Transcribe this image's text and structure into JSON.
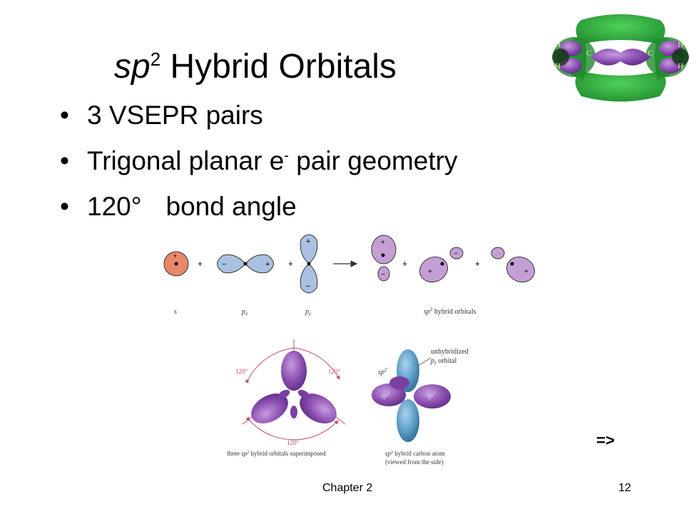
{
  "slide": {
    "title_italic": "sp",
    "title_sup": "2",
    "title_rest": " Hybrid Orbitals",
    "bullets": {
      "b1": "3 VSEPR pairs",
      "b2_before": "Trigonal planar e",
      "b2_sup": "-",
      "b2_after": " pair geometry",
      "b3_value": "120°",
      "b3_rest": "bond angle"
    },
    "footer": {
      "chapter": "Chapter 2",
      "page": "12"
    },
    "next_arrow": "=>"
  },
  "molecule_model": {
    "atoms": [
      "H",
      "C",
      "C",
      "H",
      "H",
      "H"
    ]
  },
  "hybridization_diagram": {
    "labels": {
      "s": "s",
      "px": "p",
      "px_sub": "x",
      "py": "p",
      "py_sub": "y",
      "sp2": "sp",
      "sp2_sup": "2",
      "sp2_rest": " hybrid orbitals"
    },
    "signs": {
      "plus": "+",
      "minus": "−"
    },
    "operator": "+"
  },
  "trigonal_figure": {
    "angle": "120°",
    "caption_a": "three ",
    "caption_b": "sp",
    "caption_sup": "2",
    "caption_c": " hybrid orbitals superimposed"
  },
  "carbon_figure": {
    "unhyb_line1": "unhybridized",
    "unhyb_line2a": "p",
    "unhyb_line2sub": "z",
    "unhyb_line2b": " orbital",
    "lobe_label": "sp",
    "lobe_sup": "2",
    "caption_a": "sp",
    "caption_sup": "2",
    "caption_b": " hybrid carbon atom",
    "caption_line2": "(viewed from the side)"
  },
  "colors": {
    "s_orbital": "#e8876a",
    "p_orbital": "#a9c0e0",
    "sp2_orbital": "#c49fd6",
    "hybrid_3d": "#8a4fb0",
    "pz_3d": "#5b9bc4",
    "pi_cloud": "#2ea83d",
    "angle_arrow": "#c0506a"
  }
}
